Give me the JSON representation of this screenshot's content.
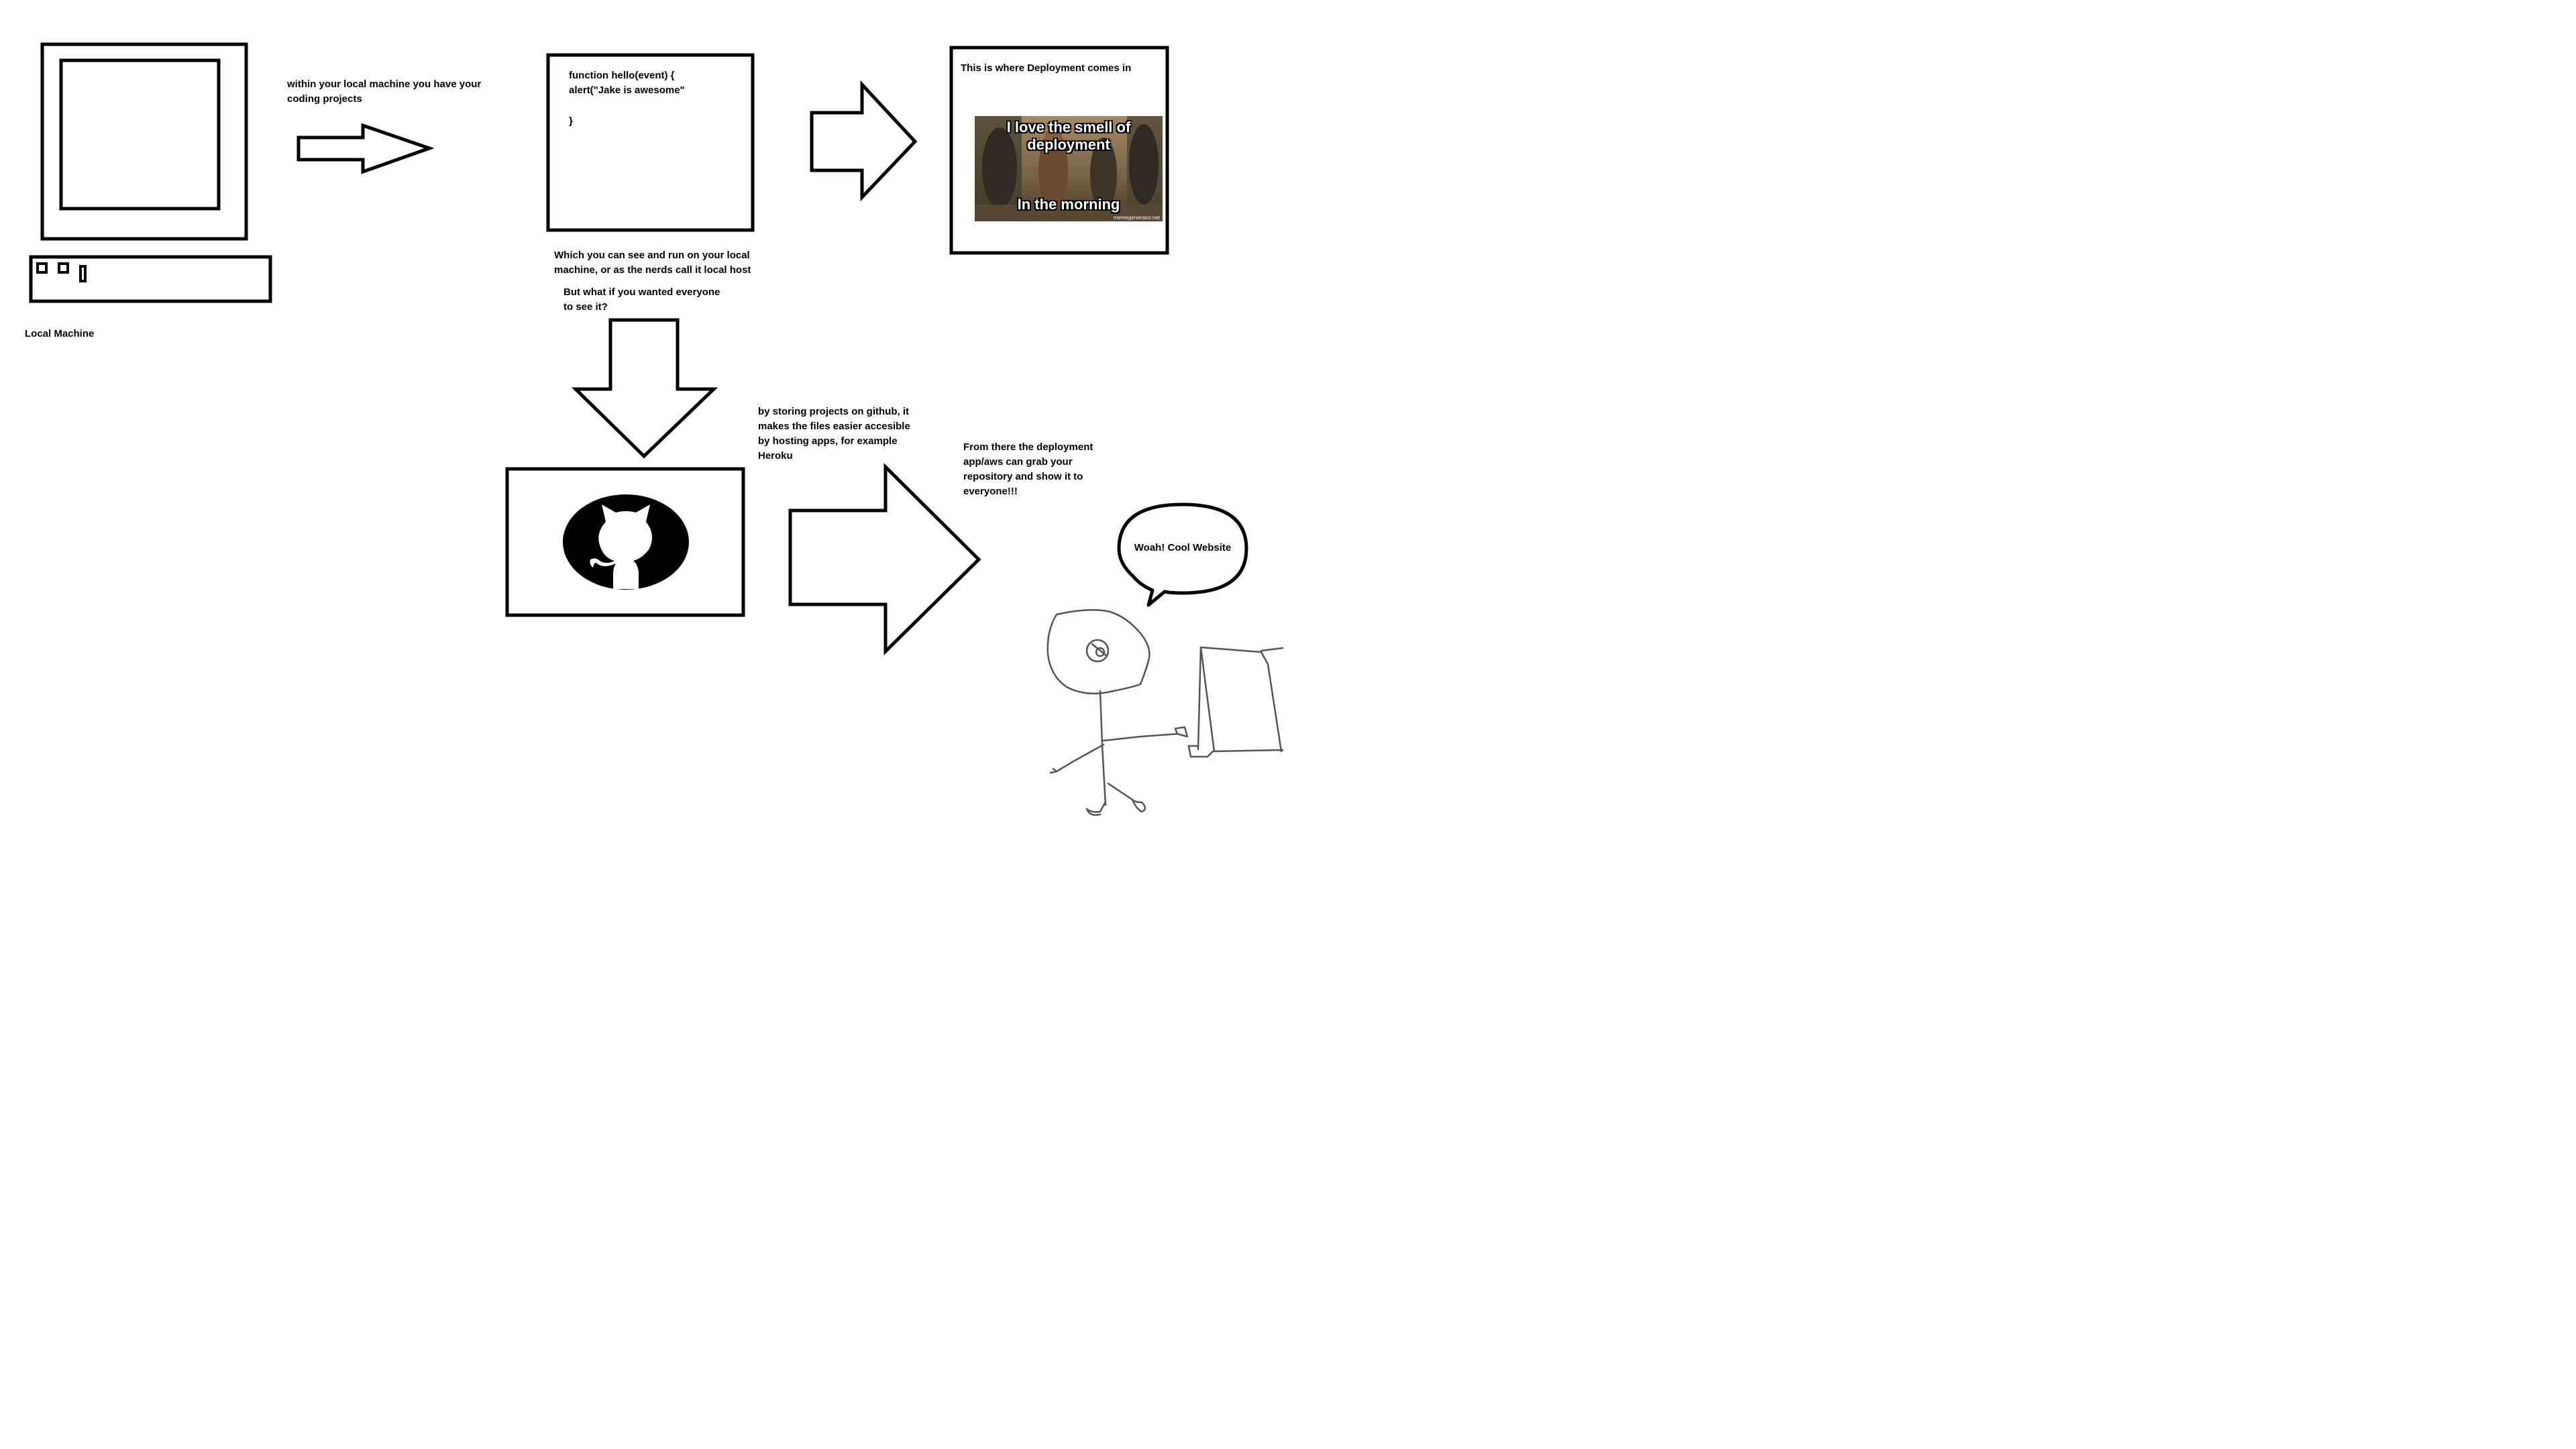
{
  "labels": {
    "local_machine": "Local Machine",
    "within_local": "within your local machine you have your\ncoding projects",
    "code_line1": "function hello(event) {",
    "code_line2": "alert(\"Jake is awesome\"",
    "code_line3": "}",
    "see_and_run": "Which you can see and run on your local\nmachine, or as the nerds call it local host",
    "wanted_everyone": "But what if you wanted everyone\nto see it?",
    "deployment_title": "This is where Deployment comes in",
    "storing_github": "by storing projects on github, it\nmakes the files easier accesible\nby hosting apps, for example\nHeroku",
    "from_there": "From there the deployment\napp/aws can grab your\nrepository and show it to\neveryone!!!",
    "speech": "Woah! Cool Website"
  },
  "meme": {
    "caption_top": "I love the smell of deployment",
    "caption_bottom": "In the morning",
    "watermark": "memegenerator.net"
  },
  "icons": {
    "computer": "computer-icon",
    "github": "github-octocat-icon",
    "person": "stick-figure-icon"
  },
  "colors": {
    "stroke": "#000000",
    "background": "#ffffff"
  }
}
